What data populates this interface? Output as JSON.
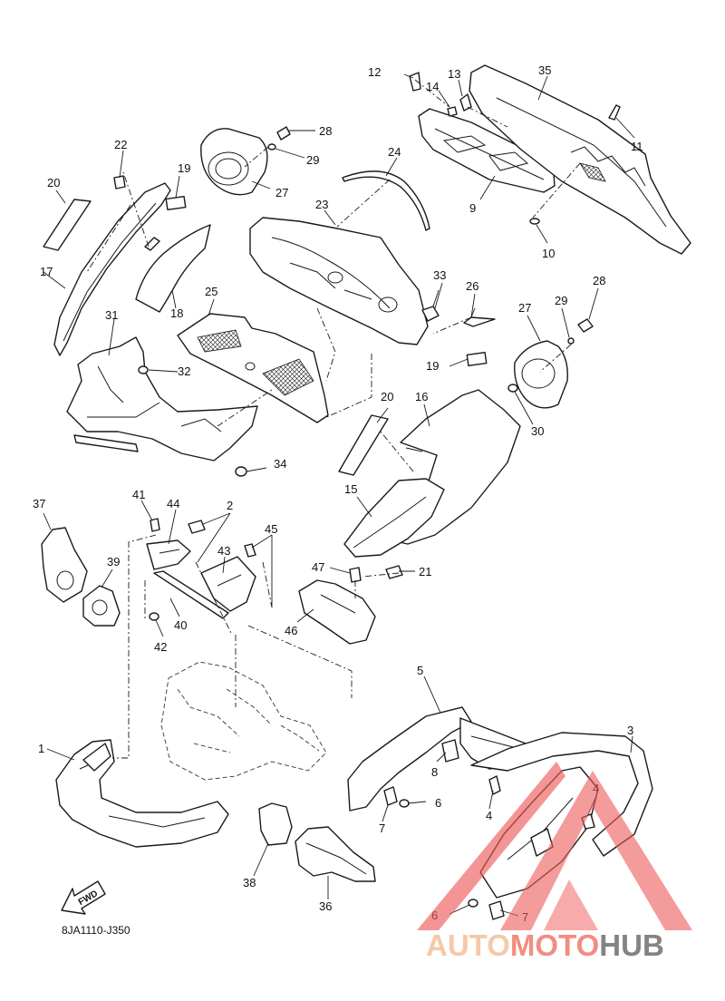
{
  "diagram": {
    "figure_code": "8JA1110-J350",
    "direction_label": "FWD",
    "callouts": {
      "c1": "1",
      "c2": "2",
      "c3": "3",
      "c4a": "4",
      "c4b": "4",
      "c5": "5",
      "c6a": "6",
      "c6b": "6",
      "c7a": "7",
      "c7b": "7",
      "c8": "8",
      "c9": "9",
      "c10": "10",
      "c11": "11",
      "c12": "12",
      "c13": "13",
      "c14": "14",
      "c15": "15",
      "c16": "16",
      "c17": "17",
      "c18": "18",
      "c19a": "19",
      "c19b": "19",
      "c20a": "20",
      "c20b": "20",
      "c21": "21",
      "c22": "22",
      "c23": "23",
      "c24": "24",
      "c25": "25",
      "c26": "26",
      "c27a": "27",
      "c27b": "27",
      "c28a": "28",
      "c28b": "28",
      "c29a": "29",
      "c29b": "29",
      "c30": "30",
      "c31": "31",
      "c32": "32",
      "c33": "33",
      "c34": "34",
      "c35": "35",
      "c36": "36",
      "c37": "37",
      "c38": "38",
      "c39": "39",
      "c40": "40",
      "c41": "41",
      "c42": "42",
      "c43": "43",
      "c44": "44",
      "c45": "45",
      "c46": "46",
      "c47": "47"
    }
  },
  "watermark": {
    "part1": "AUTO",
    "part2": "MOTO",
    "part3": "HUB",
    "colors": {
      "light": "#f4c09a",
      "accent": "#f07a6a",
      "dark": "#6e6e6e",
      "triangle": "#ee5a5a"
    }
  }
}
